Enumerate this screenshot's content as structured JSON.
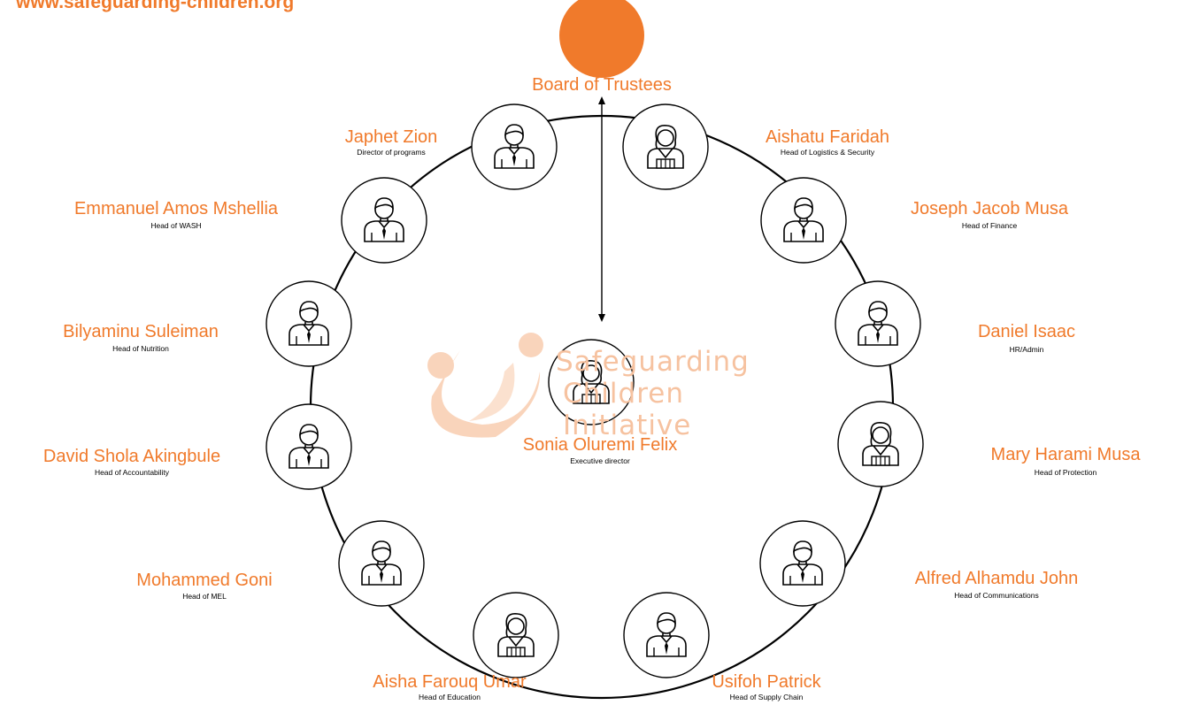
{
  "header": {
    "url": "www.safeguarding-children.org"
  },
  "colors": {
    "accent": "#f07a2b",
    "line": "#000000",
    "watermark": "#f6c2a0"
  },
  "board": {
    "label": "Board of Trustees"
  },
  "watermark": {
    "line1": "Safeguarding",
    "line2": "Children",
    "line3": "Initiative"
  },
  "center": {
    "name": "Sonia Oluremi Felix",
    "role": "Executive director",
    "icon": "female-person-icon"
  },
  "members": [
    {
      "name": "Japhet Zion",
      "role": "Director of programs",
      "icon": "male-person-icon"
    },
    {
      "name": "Aishatu Faridah",
      "role": "Head of Logistics & Security",
      "icon": "female-person-icon"
    },
    {
      "name": "Joseph Jacob Musa",
      "role": "Head of Finance",
      "icon": "male-person-icon"
    },
    {
      "name": "Daniel Isaac",
      "role": "HR/Admin",
      "icon": "male-person-icon"
    },
    {
      "name": "Mary Harami Musa",
      "role": "Head of Protection",
      "icon": "female-person-icon"
    },
    {
      "name": "Alfred Alhamdu John",
      "role": "Head of Communications",
      "icon": "male-person-icon"
    },
    {
      "name": "Usifoh Patrick",
      "role": "Head of Supply Chain",
      "icon": "male-person-icon"
    },
    {
      "name": "Aisha Farouq Umar",
      "role": "Head of Education",
      "icon": "female-person-icon"
    },
    {
      "name": "Mohammed Goni",
      "role": "Head of MEL",
      "icon": "male-person-icon"
    },
    {
      "name": "David Shola Akingbule",
      "role": "Head of Accountability",
      "icon": "male-person-icon"
    },
    {
      "name": "Bilyaminu Suleiman",
      "role": "Head of Nutrition",
      "icon": "male-person-icon"
    },
    {
      "name": "Emmanuel Amos Mshellia",
      "role": "Head of WASH",
      "icon": "male-person-icon"
    }
  ]
}
